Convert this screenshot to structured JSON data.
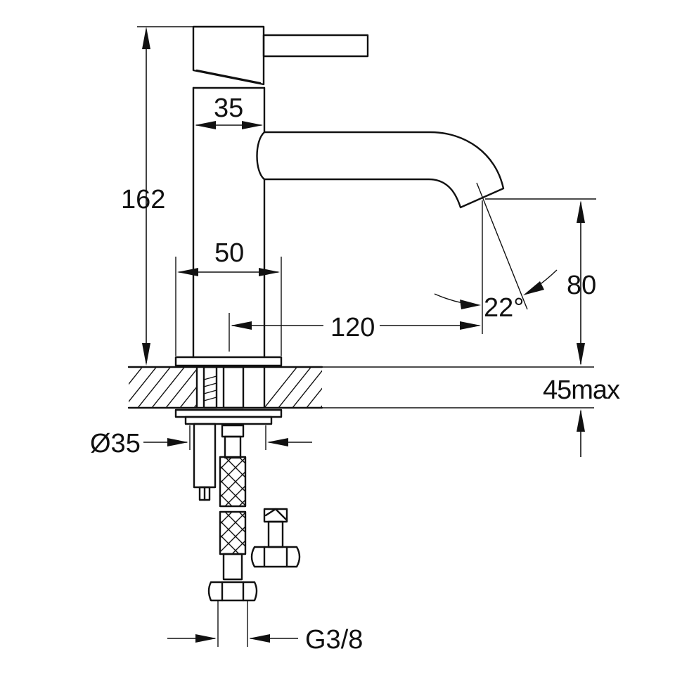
{
  "dimensions": {
    "height_total": "162",
    "lever_width": "35",
    "body_width": "50",
    "spout_reach": "120",
    "spout_height": "80",
    "spout_angle": "22°",
    "deck_thickness": "45max",
    "base_diameter": "Ø35",
    "connection_thread": "G3/8"
  },
  "icons": [
    "arrowhead",
    "hatch-pattern",
    "braided-hose",
    "hex-nut"
  ]
}
